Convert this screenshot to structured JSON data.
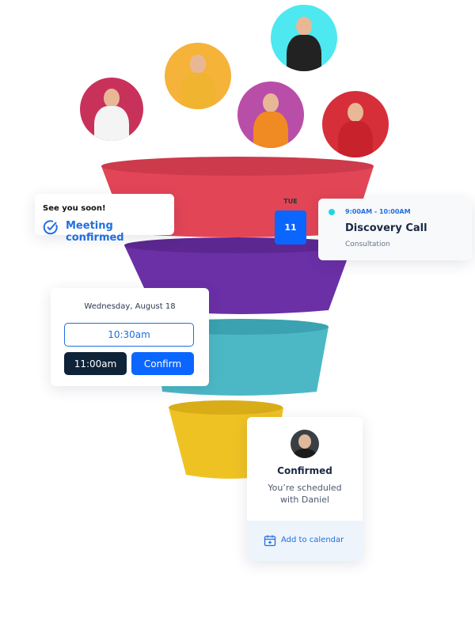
{
  "avatars": [
    {
      "name": "woman-1",
      "bg": "#c8325a",
      "shirt": "#f4f4f4"
    },
    {
      "name": "woman-2",
      "bg": "#f5b339",
      "shirt": "#f0b430"
    },
    {
      "name": "woman-3",
      "bg": "#4ee8f0",
      "shirt": "#222"
    },
    {
      "name": "woman-4",
      "bg": "#b94ea8",
      "shirt": "#f08a22"
    },
    {
      "name": "woman-5",
      "bg": "#d62f3a",
      "shirt": "#c8222c"
    }
  ],
  "funnel_colors": [
    "#e24556",
    "#6b2fa6",
    "#4cb8c6",
    "#efc224"
  ],
  "confirm_toast": {
    "title": "See you soon!",
    "message": "Meeting confirmed"
  },
  "date_badge": {
    "weekday": "TUE",
    "day": "11"
  },
  "event_card": {
    "time": "9:00AM - 10:00AM",
    "title": "Discovery Call",
    "subtitle": "Consultation"
  },
  "time_picker": {
    "date": "Wednesday, August 18",
    "slot_1": "10:30am",
    "slot_2": "11:00am",
    "confirm": "Confirm"
  },
  "confirmation_card": {
    "title": "Confirmed",
    "line1": "You’re scheduled",
    "line2": "with Daniel",
    "action": "Add to calendar"
  }
}
